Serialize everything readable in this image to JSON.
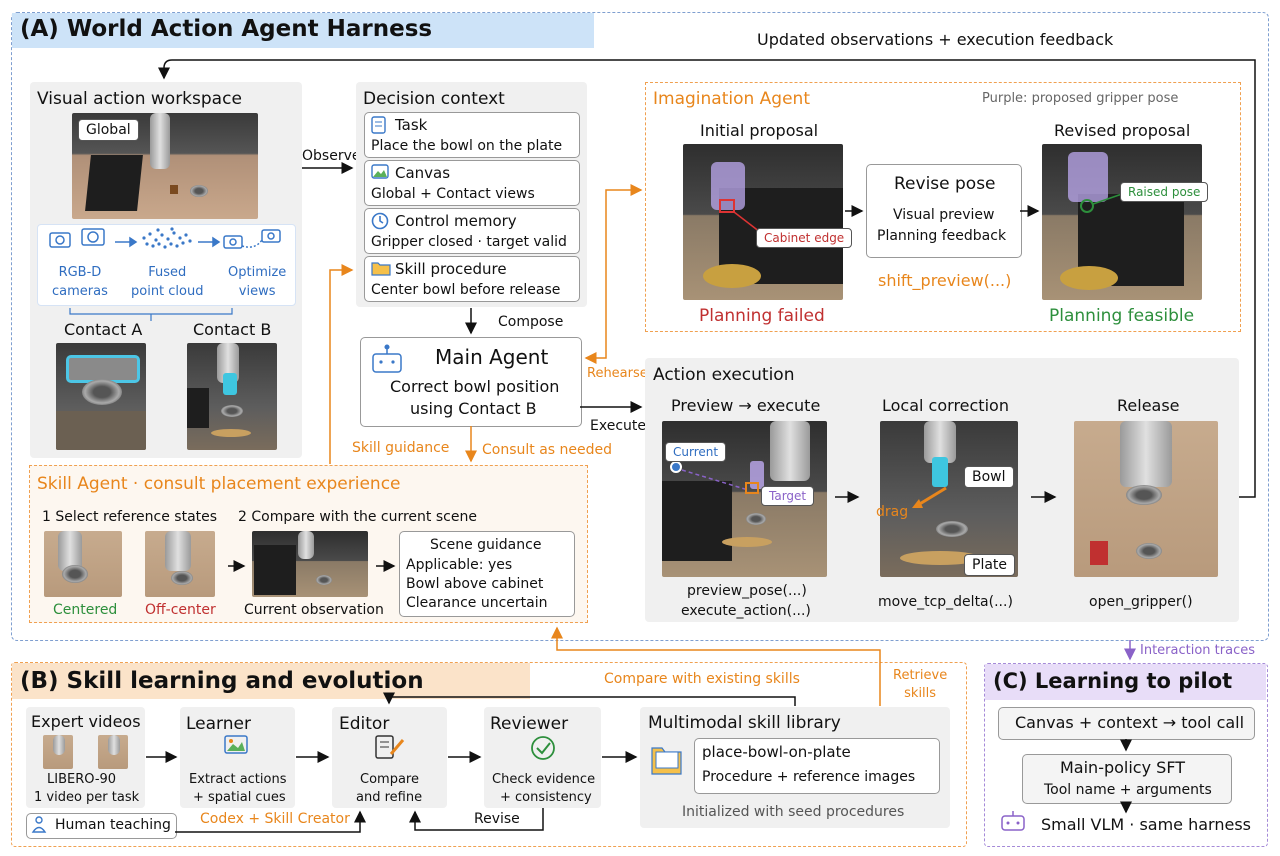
{
  "colors": {
    "blue": "#7f9fd0",
    "orange": "#e8861c",
    "purple": "#8a62c8",
    "green": "#2d8f3c",
    "red": "#c03030"
  },
  "section_a": {
    "title": "(A) World Action Agent Harness",
    "feedback_label": "Updated observations + execution feedback",
    "workspace": {
      "title": "Visual action workspace",
      "global_tag": "Global",
      "rgbd": "RGB-D\ncameras",
      "fused": "Fused\npoint cloud",
      "optimize": "Optimize\nviews",
      "contact_a": "Contact A",
      "contact_b": "Contact B"
    },
    "observe_label": "Observe",
    "decision": {
      "title": "Decision context",
      "items": [
        {
          "icon": "document-icon",
          "head": "Task",
          "body": "Place the bowl on the plate"
        },
        {
          "icon": "image-icon",
          "head": "Canvas",
          "body": "Global + Contact views"
        },
        {
          "icon": "clock-icon",
          "head": "Control memory",
          "body": "Gripper closed · target valid"
        },
        {
          "icon": "folder-icon",
          "head": "Skill procedure",
          "body": "Center bowl before release"
        }
      ]
    },
    "compose_label": "Compose",
    "main_agent": {
      "title": "Main Agent",
      "line1": "Correct bowl position",
      "line2": "using Contact B"
    },
    "rehearse_label": "Rehearse",
    "execute_label": "Execute",
    "skill_guidance_label": "Skill guidance",
    "consult_label": "Consult as needed",
    "imagination": {
      "title": "Imagination Agent",
      "note": "Purple: proposed gripper pose",
      "initial": "Initial proposal",
      "cabinet_edge": "Cabinet edge",
      "failed": "Planning failed",
      "revise_title": "Revise pose",
      "revise_l1": "Visual preview",
      "revise_l2": "Planning feedback",
      "shift": "shift_preview(...)",
      "revised": "Revised proposal",
      "raised": "Raised pose",
      "feasible": "Planning feasible"
    },
    "action": {
      "title": "Action execution",
      "preview_title": "Preview → execute",
      "current": "Current",
      "target": "Target",
      "preview_fn1": "preview_pose(...)",
      "preview_fn2": "execute_action(...)",
      "local_title": "Local correction",
      "bowl": "Bowl",
      "drag": "drag",
      "plate": "Plate",
      "local_fn": "move_tcp_delta(...)",
      "release_title": "Release",
      "release_fn": "open_gripper()"
    },
    "skill_agent": {
      "title": "Skill Agent · consult placement experience",
      "step1": "1 Select reference states",
      "step2": "2 Compare with the current scene",
      "centered": "Centered",
      "offcenter": "Off-center",
      "current_obs": "Current observation",
      "guidance_title": "Scene guidance",
      "g1": "Applicable: yes",
      "g2": "Bowl above cabinet",
      "g3": "Clearance uncertain"
    }
  },
  "section_b": {
    "title": "(B) Skill learning and evolution",
    "compare_label": "Compare with existing skills",
    "retrieve_label": "Retrieve\nskills",
    "expert": {
      "title": "Expert videos",
      "l1": "LIBERO-90",
      "l2": "1 video per task"
    },
    "learner": {
      "title": "Learner",
      "l1": "Extract actions",
      "l2": "+ spatial cues"
    },
    "editor": {
      "title": "Editor",
      "l1": "Compare",
      "l2": "and refine"
    },
    "reviewer": {
      "title": "Reviewer",
      "l1": "Check evidence",
      "l2": "+ consistency"
    },
    "library": {
      "title": "Multimodal skill library",
      "skill": "place-bowl-on-plate",
      "desc": "Procedure + reference images",
      "note": "Initialized with seed procedures"
    },
    "human": "Human teaching",
    "codex": "Codex + Skill Creator",
    "revise": "Revise"
  },
  "section_c": {
    "title": "(C) Learning to pilot",
    "traces": "Interaction traces",
    "box1": "Canvas + context → tool call",
    "box2_title": "Main-policy SFT",
    "box2_sub": "Tool name + arguments",
    "bottom": "Small VLM · same harness"
  }
}
